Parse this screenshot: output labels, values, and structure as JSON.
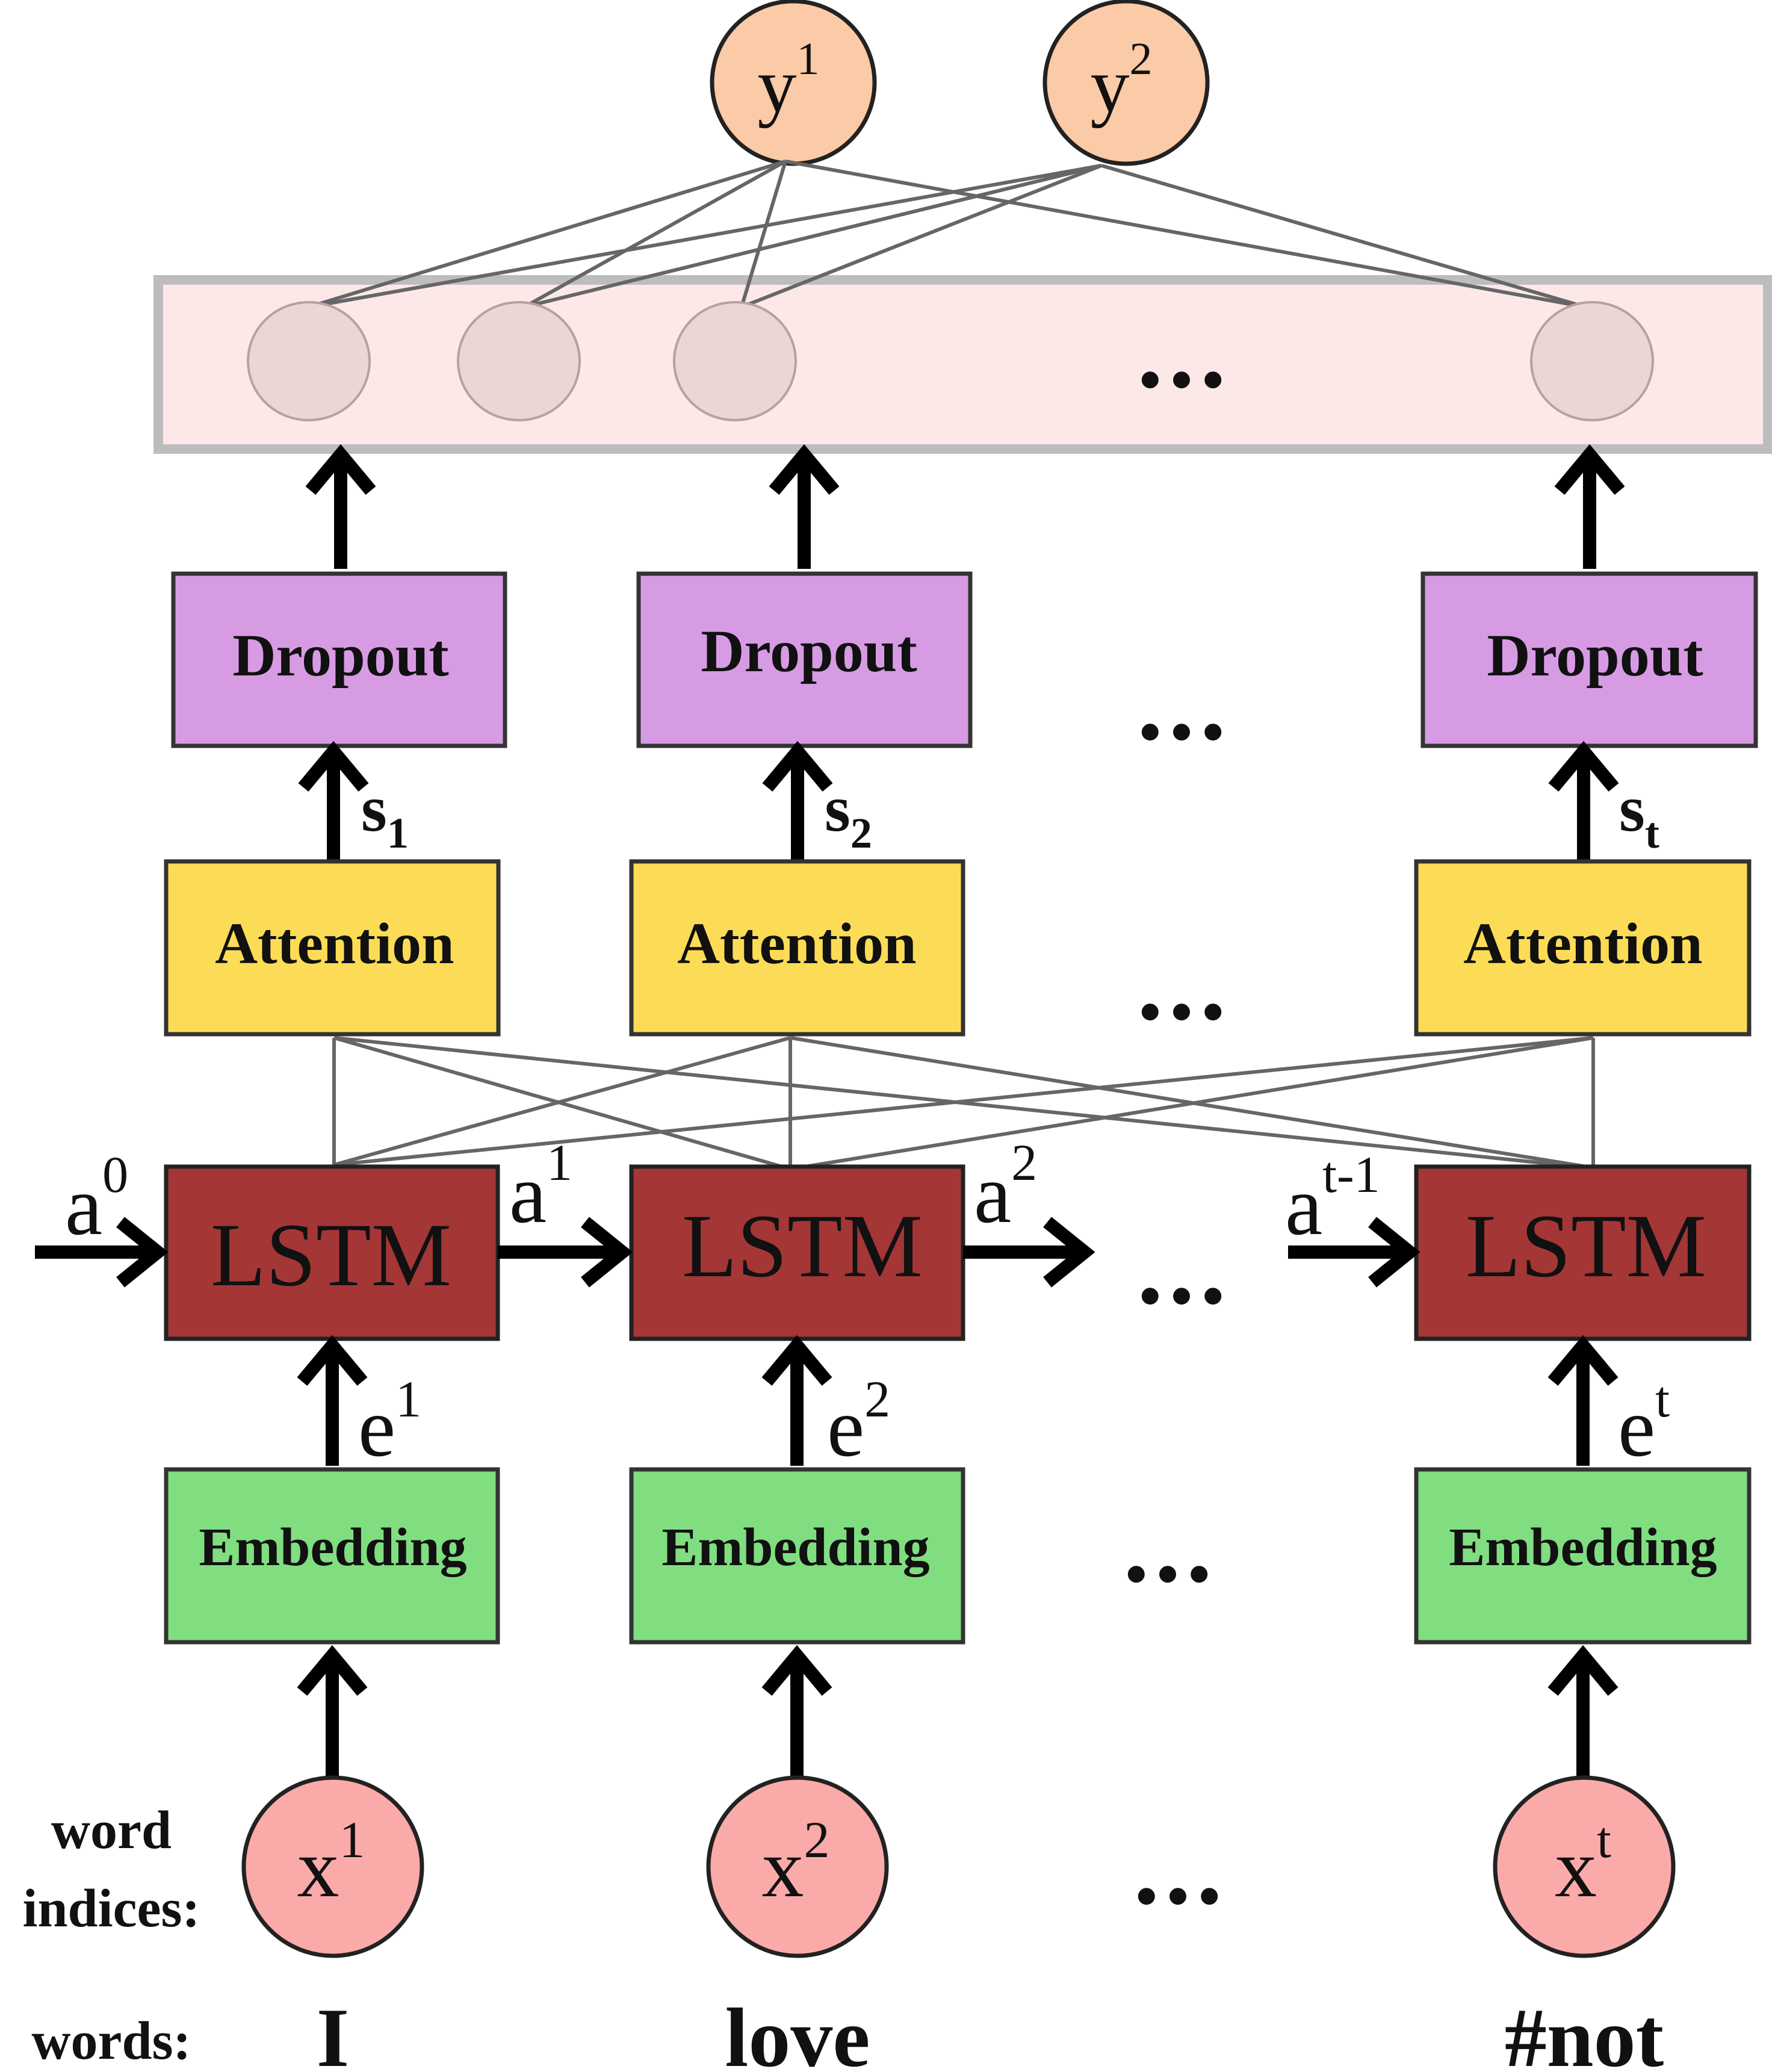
{
  "colors": {
    "dropout": "#d79be3",
    "attention": "#fcdc56",
    "lstm": "#a43636",
    "embedding": "#80de80",
    "input_node": "#fbaaaa",
    "output_node": "#fbcaa6",
    "dense_panel": "#fde8e8",
    "dense_node": "#ebd6d6"
  },
  "columns": [
    {
      "dropout": "Dropout",
      "attention": "Attention",
      "lstm": "LSTM",
      "embedding": "Embedding",
      "s_base": "s",
      "s_sub": "1",
      "e_base": "e",
      "e_sup": "1",
      "x_base": "x",
      "x_sup": "1",
      "word": "I"
    },
    {
      "dropout": "Dropout",
      "attention": "Attention",
      "lstm": "LSTM",
      "embedding": "Embedding",
      "s_base": "s",
      "s_sub": "2",
      "e_base": "e",
      "e_sup": "2",
      "x_base": "x",
      "x_sup": "2",
      "word": "love"
    },
    {
      "dropout": "Dropout",
      "attention": "Attention",
      "lstm": "LSTM",
      "embedding": "Embedding",
      "s_base": "s",
      "s_sub": "t",
      "e_base": "e",
      "e_sup": "t",
      "x_base": "x",
      "x_sup": "t",
      "word": "#not"
    }
  ],
  "hidden_states": [
    {
      "base": "a",
      "sup": "0"
    },
    {
      "base": "a",
      "sup": "1"
    },
    {
      "base": "a",
      "sup": "2"
    },
    {
      "base": "a",
      "sup": "t-1"
    }
  ],
  "outputs": [
    {
      "base": "y",
      "sup": "1"
    },
    {
      "base": "y",
      "sup": "2"
    }
  ],
  "ellipsis": "...",
  "labels": {
    "word_indices_line1": "word",
    "word_indices_line2": "indices:",
    "words": "words:"
  }
}
